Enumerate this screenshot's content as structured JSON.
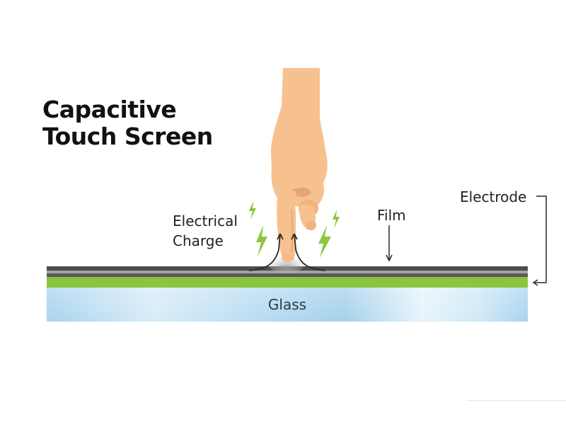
{
  "title": {
    "line1": "Capacitive",
    "line2": "Touch Screen"
  },
  "labels": {
    "charge_line1": "Electrical",
    "charge_line2": "Charge",
    "film": "Film",
    "electrode": "Electrode",
    "glass": "Glass"
  },
  "colors": {
    "film_top": "#4d4d4d",
    "film_mid": "#9a9a9a",
    "electrode": "#8bc53f",
    "glass_light": "#e8f4fb",
    "glass_blue": "#a9d4ee",
    "skin": "#f7c08f",
    "skin_shadow": "#e8a575",
    "lightning": "#8dc63f"
  },
  "icons": {
    "hand": "pointing-hand-icon",
    "bolt": "lightning-bolt-icon",
    "arrow": "arrow-icon"
  }
}
